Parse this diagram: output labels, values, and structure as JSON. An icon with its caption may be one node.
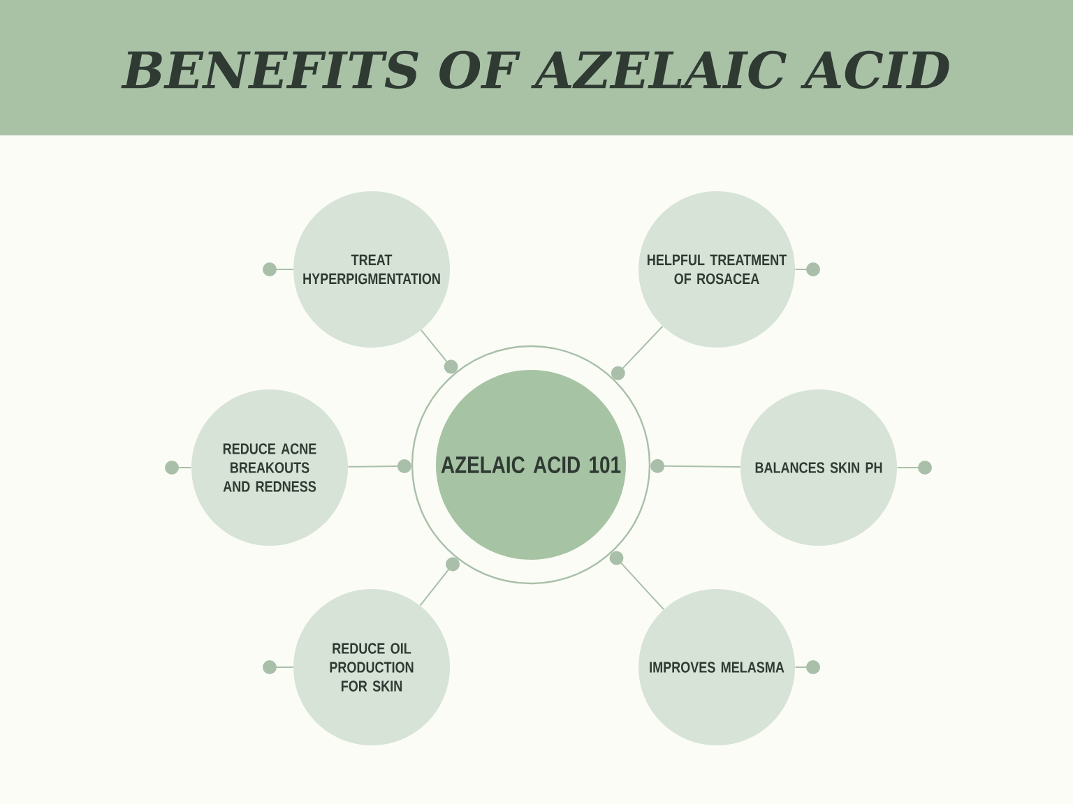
{
  "diagram": {
    "title": "BENEFITS OF AZELAIC ACID",
    "nodes": [
      {
        "text": [
          "TREAT HYPERPIGMENTATION"
        ]
      },
      {
        "text": [
          "HELPFUL TREATMENT OF ROSACEA"
        ]
      },
      {
        "text": [
          "REDUCE ACNE BREAKOUTS AND REDNESS"
        ]
      },
      {
        "text": [
          "AZELAIC ACID 101"
        ]
      },
      {
        "text": [
          "BALANCES SKIN PH"
        ]
      },
      {
        "text": [
          "REDUCE OIL PRODUCTION FOR SKIN"
        ]
      },
      {
        "text": [
          "IMPROVES MELASMA"
        ]
      }
    ],
    "edges": [
      {
        "from": 0,
        "to": 3,
        "arrow": "other"
      },
      {
        "from": 1,
        "to": 3,
        "arrow": "other"
      },
      {
        "from": 2,
        "to": 3,
        "arrow": "other"
      },
      {
        "from": 4,
        "to": 3,
        "arrow": "other"
      },
      {
        "from": 5,
        "to": 3,
        "arrow": "other"
      },
      {
        "from": 6,
        "to": 3,
        "arrow": "other"
      },
      {
        "from": 0,
        "to": null,
        "arrow": "other"
      },
      {
        "from": 1,
        "to": null,
        "arrow": "other"
      },
      {
        "from": 2,
        "to": null,
        "arrow": "other"
      },
      {
        "from": 4,
        "to": null,
        "arrow": "other"
      },
      {
        "from": 5,
        "to": null,
        "arrow": "other"
      },
      {
        "from": 6,
        "to": null,
        "arrow": "other"
      }
    ]
  }
}
